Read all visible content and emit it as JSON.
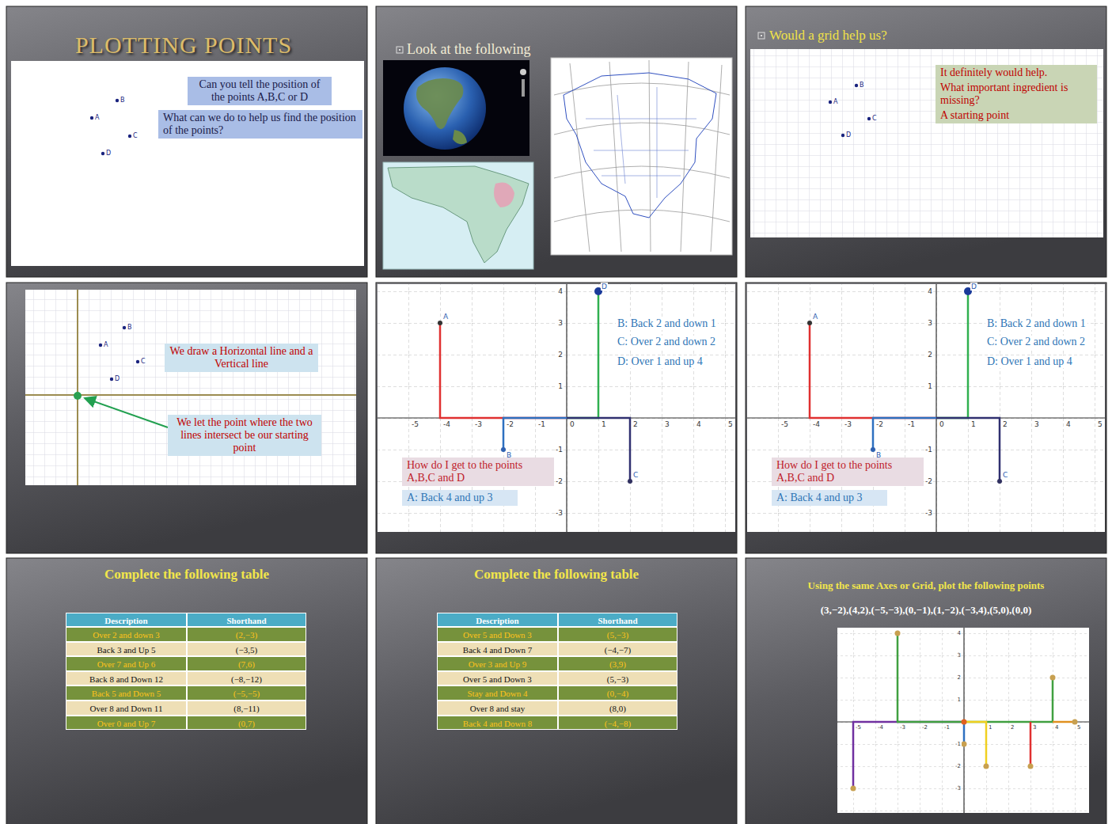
{
  "diagram": {
    "title": "PLOTTING POINTS",
    "nodes": [
      {
        "text": [
          "Can you tell the position of the points A,B,C or D"
        ]
      },
      {
        "text": [
          "What can we do to help us find the position of the points?"
        ]
      },
      {
        "text": [
          "It definitely would help.",
          "What important ingredient is missing?",
          "A starting point"
        ]
      },
      {
        "text": [
          "We draw a Horizontal line and a Vertical line"
        ]
      },
      {
        "text": [
          "We let the point where the two lines intersect be our starting point"
        ]
      },
      {
        "text": [
          "How do I get to the points A,B,C and D"
        ]
      },
      {
        "text": [
          "A: Back 4 and up 3"
        ]
      },
      {
        "text": [
          "How do I get to the points A,B,C and D"
        ]
      },
      {
        "text": [
          "A: Back 4 and up 3"
        ]
      }
    ],
    "labels": [
      "B",
      "A",
      "C",
      "D",
      "Look at the following",
      "Would a grid help us?",
      "B",
      "A",
      "C",
      "D",
      "B",
      "A",
      "C",
      "D",
      "-5",
      "-4",
      "-3",
      "-2",
      "-1",
      "0",
      "1",
      "2",
      "3",
      "4",
      "5",
      "4",
      "3",
      "2",
      "1",
      "-1",
      "-2",
      "-3",
      "A",
      "B",
      "C",
      "D",
      "B: Back 2 and down 1",
      "C: Over 2 and down 2",
      "D: Over 1 and up 4",
      "-5",
      "-4",
      "-3",
      "-2",
      "-1",
      "0",
      "1",
      "2",
      "3",
      "4",
      "5",
      "4",
      "3",
      "2",
      "1",
      "-1",
      "-2",
      "-3",
      "A",
      "B",
      "C",
      "D",
      "B: Back 2 and down 1",
      "C: Over 2 and down 2",
      "D: Over 1 and up 4",
      "Complete the following table",
      "Description",
      "Shorthand",
      "Over 2 and down 3",
      "(2,−3)",
      "Back 3 and Up 5",
      "(−3,5)",
      "Over 7 and Up 6",
      "(7,6)",
      "Back 8 and Down 12",
      "(−8,−12)",
      "Back 5 and Down 5",
      "(−5,−5)",
      "Over 8 and Down 11",
      "(8,−11)",
      "Over 0 and Up 7",
      "(0,7)",
      "Complete the following table",
      "Description",
      "Shorthand",
      "Over 5 and Down 3",
      "(5,−3)",
      "Back 4 and Down 7",
      "(−4,−7)",
      "Over 3 and Up 9",
      "(3,9)",
      "Over 5 and Down 3",
      "(5,−3)",
      "Stay and Down 4",
      "(0,−4)",
      "Over 8 and stay",
      "(8,0)",
      "Back 4 and Down 8",
      "(−4,−8)",
      "Using the same Axes or Grid, plot the following points",
      "(3,−2),(4,2),(−5,−3),(0,−1),(1,−2),(−3,4),(5,0),(0,0)",
      "-5",
      "-4",
      "-3",
      "-2",
      "-1",
      "1",
      "2",
      "3",
      "4",
      "5",
      "4",
      "3",
      "2",
      "1",
      "-1",
      "-2",
      "-3"
    ]
  }
}
